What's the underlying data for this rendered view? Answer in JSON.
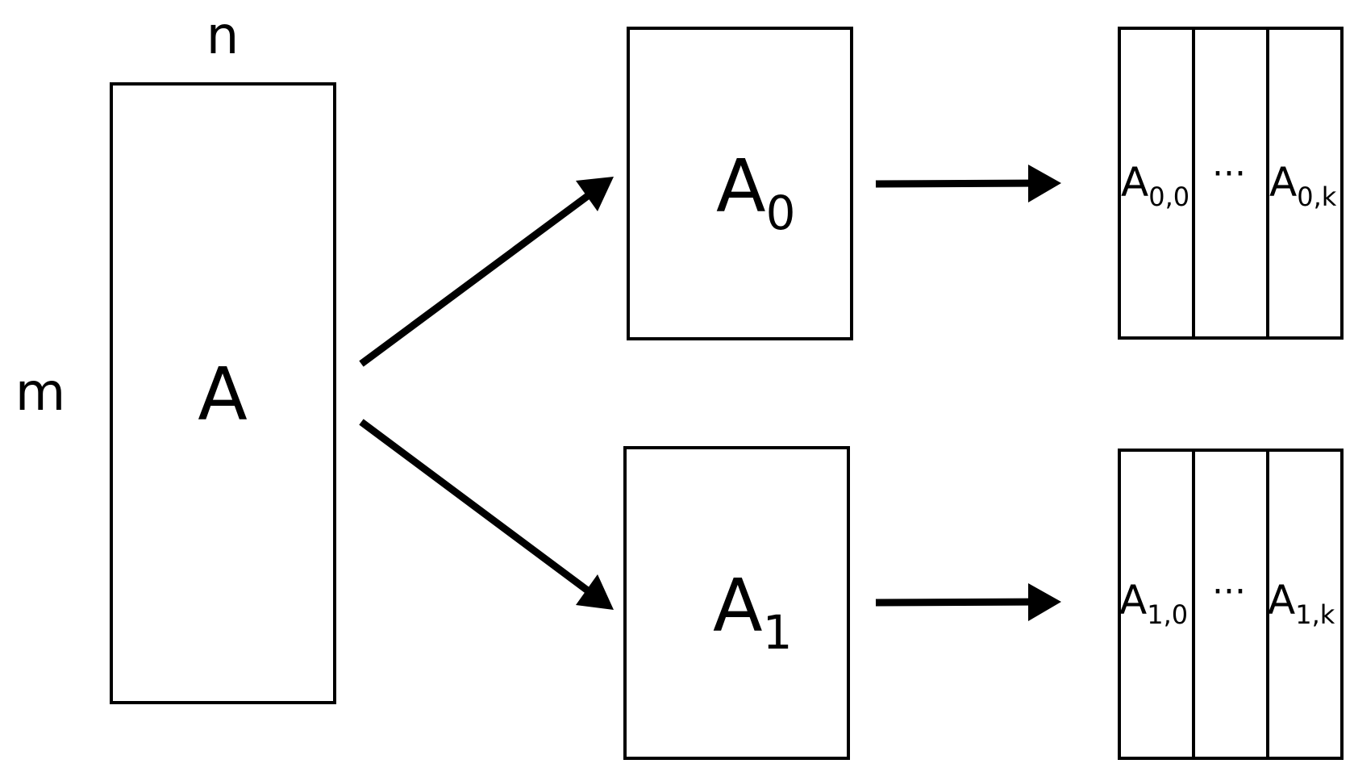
{
  "labels": {
    "cols": "n",
    "rows": "m",
    "matrix": "A"
  },
  "partitions": [
    {
      "name": "A",
      "sub": "0",
      "blocks": [
        {
          "name": "A",
          "sub": "0,0"
        },
        {
          "name": "A",
          "sub": "0,k"
        }
      ],
      "ellipsis": "···"
    },
    {
      "name": "A",
      "sub": "1",
      "blocks": [
        {
          "name": "A",
          "sub": "1,0"
        },
        {
          "name": "A",
          "sub": "1,k"
        }
      ],
      "ellipsis": "···"
    }
  ],
  "colors": {
    "stroke": "#000000",
    "background": "#ffffff"
  }
}
